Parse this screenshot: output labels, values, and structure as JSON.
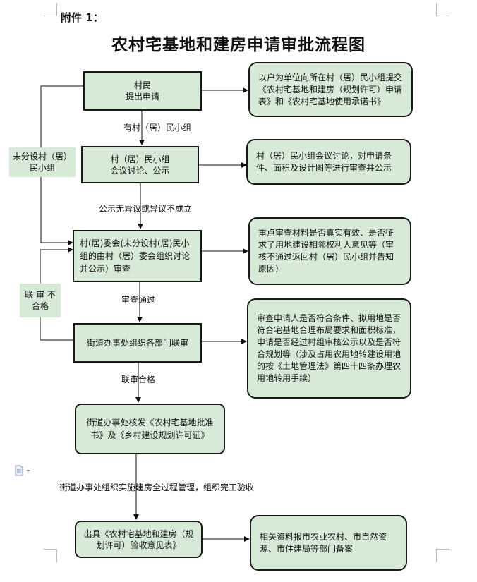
{
  "attachment": "附件 1：",
  "title": "农村宅基地和建房申请审批流程图",
  "steps": [
    {
      "line1": "村民",
      "line2": "提出申请"
    },
    {
      "line1": "村（居）民小组",
      "line2": "会议讨论、公示"
    },
    {
      "text": "村(居)委会(未分设村(居)民小组的由村（居）委会组织讨论并公示）审查"
    },
    {
      "text": "街道办事处组织各部门联审"
    },
    {
      "text": "街道办事处核发《农村宅基地批准书》及《乡村建设规划许可证》"
    },
    {
      "text": "出具《农村宅基地和建房（规划许可）验收意见表》"
    }
  ],
  "notes": [
    "以户为单位向所在村（居）民小组提交《农村宅基地和建房（规划许可）申请表》和《农村宅基地使用承诺书》",
    "村（居）民小组会议讨论，对申请条件、面积及设计图等进行审查并公示",
    "重点审查材料是否真实有效、是否征求了用地建设相邻权利人意见等（审核不通过返回村（居）民小组并告知原因）",
    "审查申请人是否符合条件、拟用地是否符合宅基地合理布局要求和面积标准，申请是否经过村组审核公示以及是否符合规划等（涉及占用农用地转建设用地的按《土地管理法》第四十四条办理农用地转用手续）",
    "相关资料报市农业农村、市自然资源、市住建局等部门备案"
  ],
  "flow_labels": [
    "有村（居）民小组",
    "公示无异议或异议不成立",
    "审查通过",
    "联审合格",
    "街道办事处组织实施建房全过程管理，组织完工验收"
  ],
  "side_labels": {
    "no_group_line1": "未分设村（居）",
    "no_group_line2": "民小组",
    "fail_line1": "联 审 不",
    "fail_line2": "合格"
  },
  "colors": {
    "box_fill": "#d7e9d7",
    "border": "#1a1a1a"
  }
}
